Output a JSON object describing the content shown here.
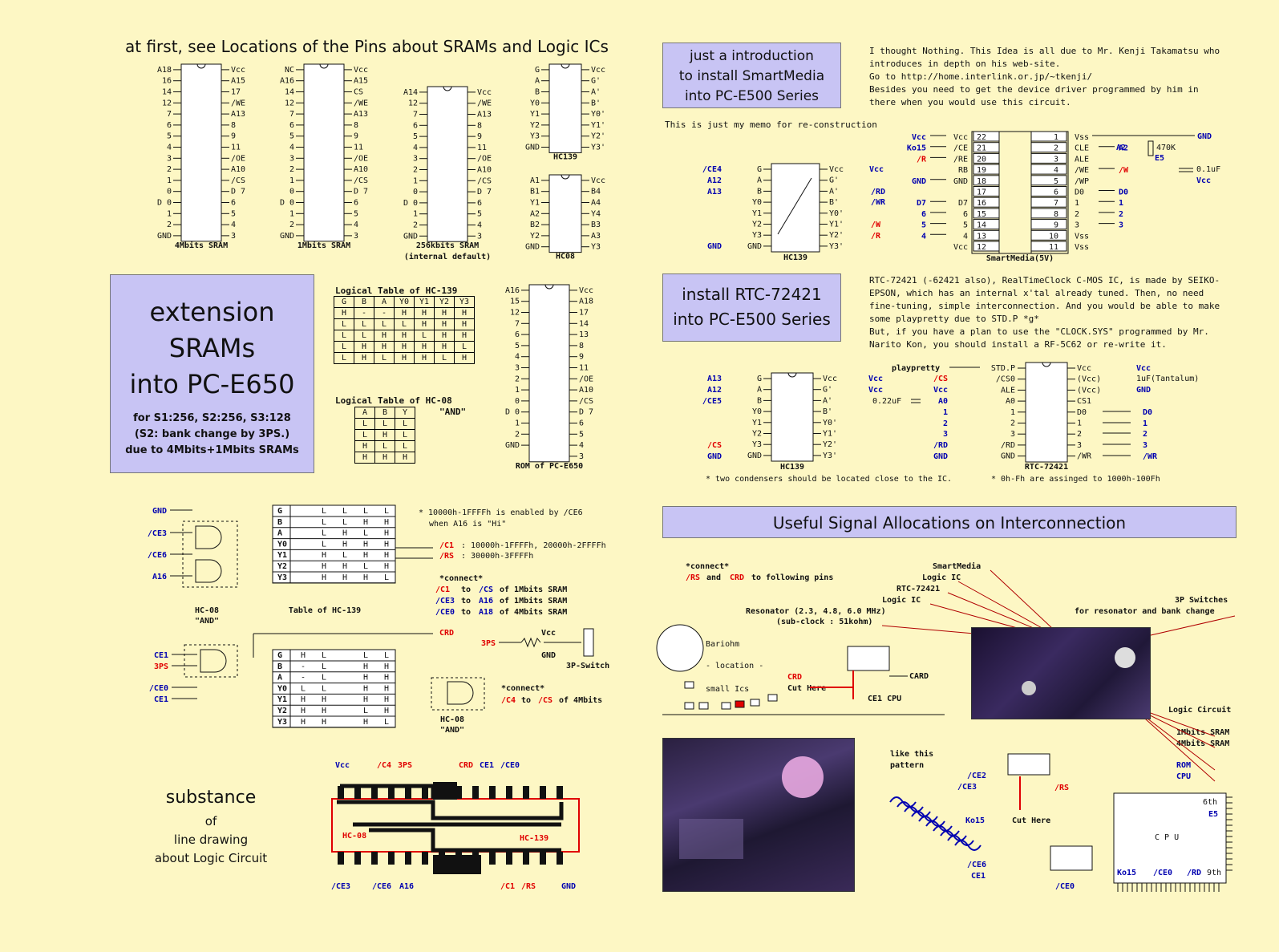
{
  "heading_pins": "at first, see Locations of the Pins about SRAMs and Logic ICs",
  "chips": {
    "sram4m": {
      "caption": "4Mbits SRAM",
      "left": [
        "A18",
        "16",
        "14",
        "12",
        "7",
        "6",
        "5",
        "4",
        "3",
        "2",
        "1",
        "0",
        "D 0",
        "1",
        "2",
        "GND"
      ],
      "right": [
        "Vcc",
        "A15",
        "17",
        "/WE",
        "A13",
        "8",
        "9",
        "11",
        "/OE",
        "A10",
        "/CS",
        "D 7",
        "6",
        "5",
        "4",
        "3"
      ]
    },
    "sram1m": {
      "caption": "1Mbits SRAM",
      "left": [
        "NC",
        "A16",
        "14",
        "12",
        "7",
        "6",
        "5",
        "4",
        "3",
        "2",
        "1",
        "0",
        "D 0",
        "1",
        "2",
        "GND"
      ],
      "right": [
        "Vcc",
        "A15",
        "CS",
        "/WE",
        "A13",
        "8",
        "9",
        "11",
        "/OE",
        "A10",
        "/CS",
        "D 7",
        "6",
        "5",
        "4",
        "3"
      ]
    },
    "sram256k": {
      "caption": "256kbits SRAM",
      "caption2": "(internal default)",
      "left": [
        "A14",
        "12",
        "7",
        "6",
        "5",
        "4",
        "3",
        "2",
        "1",
        "0",
        "D 0",
        "1",
        "2",
        "GND"
      ],
      "right": [
        "Vcc",
        "/WE",
        "A13",
        "8",
        "9",
        "11",
        "/OE",
        "A10",
        "/CS",
        "D 7",
        "6",
        "5",
        "4",
        "3"
      ]
    },
    "hc139": {
      "caption": "HC139",
      "left": [
        "G",
        "A",
        "B",
        "Y0",
        "Y1",
        "Y2",
        "Y3",
        "GND"
      ],
      "right": [
        "Vcc",
        "G'",
        "A'",
        "B'",
        "Y0'",
        "Y1'",
        "Y2'",
        "Y3'"
      ]
    },
    "hc08": {
      "caption": "HC08",
      "left": [
        "A1",
        "B1",
        "Y1",
        "A2",
        "B2",
        "Y2",
        "GND"
      ],
      "right": [
        "Vcc",
        "B4",
        "A4",
        "Y4",
        "B3",
        "A3",
        "Y3"
      ]
    },
    "rom": {
      "caption": "ROM of PC-E650",
      "left": [
        "A16",
        "15",
        "12",
        "7",
        "6",
        "5",
        "4",
        "3",
        "2",
        "1",
        "0",
        "D 0",
        "1",
        "2",
        "GND"
      ],
      "right": [
        "Vcc",
        "A18",
        "17",
        "14",
        "13",
        "8",
        "9",
        "11",
        "/OE",
        "A10",
        "/CS",
        "D 7",
        "6",
        "5",
        "4",
        "3"
      ]
    }
  },
  "panel_extension": {
    "line1": "extension",
    "line2": "SRAMs",
    "line3": "into PC-E650",
    "sub1": "for S1:256, S2:256, S3:128",
    "sub2": "(S2: bank change by 3PS.)",
    "sub3": "due to 4Mbits+1Mbits SRAMs"
  },
  "table_hc139": {
    "title": "Logical Table of HC-139",
    "header": [
      "G",
      "B",
      "A",
      "Y0",
      "Y1",
      "Y2",
      "Y3"
    ],
    "rows": [
      [
        "H",
        "-",
        "-",
        "H",
        "H",
        "H",
        "H"
      ],
      [
        "L",
        "L",
        "L",
        "L",
        "H",
        "H",
        "H"
      ],
      [
        "L",
        "L",
        "H",
        "H",
        "L",
        "H",
        "H"
      ],
      [
        "L",
        "H",
        "H",
        "H",
        "H",
        "H",
        "L"
      ],
      [
        "L",
        "H",
        "L",
        "H",
        "H",
        "L",
        "H"
      ]
    ]
  },
  "table_hc08": {
    "title": "Logical Table of HC-08",
    "note": "\"AND\"",
    "header": [
      "A",
      "B",
      "Y"
    ],
    "rows": [
      [
        "L",
        "L",
        "L"
      ],
      [
        "L",
        "H",
        "L"
      ],
      [
        "H",
        "L",
        "L"
      ],
      [
        "H",
        "H",
        "H"
      ]
    ]
  },
  "intro_panel": {
    "line1": "just a introduction",
    "line2": "to install SmartMedia",
    "line3": "into PC-E500 Series"
  },
  "intro_text": [
    "I thought Nothing. This Idea is all due to Mr. Kenji Takamatsu who",
    "introduces in depth on his web-site.",
    "Go to http://home.interlink.or.jp/~tkenji/",
    "Besides you need to get the device driver programmed by him in",
    "there when you would use this circuit."
  ],
  "memo": "This is just my memo for re-construction",
  "smartmedia": {
    "caption": "SmartMedia(5V)",
    "left_nums": [
      "22",
      "21",
      "20",
      "19",
      "18",
      "17",
      "16",
      "15",
      "14",
      "13",
      "12"
    ],
    "right_nums": [
      "1",
      "2",
      "3",
      "4",
      "5",
      "6",
      "7",
      "8",
      "9",
      "10",
      "11"
    ],
    "left_pins": [
      "Vcc",
      "/CE",
      "/RE",
      "RB",
      "GND",
      "",
      "D7",
      "6",
      "5",
      "4",
      "Vcc"
    ],
    "right_pins": [
      "Vss",
      "CLE",
      "ALE",
      "/WE",
      "/WP",
      "D0",
      "1",
      "2",
      "3",
      "Vss",
      "Vss"
    ],
    "left_sigs": [
      "Vcc",
      "Ko15",
      "/R",
      "",
      "GND",
      "",
      "D7",
      "6",
      "5",
      "4"
    ],
    "right_sigs": [
      "GND",
      "A2",
      "E5",
      "/W",
      "",
      "D0",
      "1",
      "2",
      "3"
    ],
    "r_label": "470K",
    "c_label": "0.1uF",
    "vcc": "Vcc"
  },
  "sm_hc139": {
    "caption": "HC139",
    "inputs": [
      "/CE4",
      "A12",
      "A13",
      "GND"
    ],
    "outputs": [
      "Vcc",
      "/RD",
      "/WR",
      "/W",
      "/R"
    ]
  },
  "rtc_panel": {
    "line1": "install RTC-72421",
    "line2": "into PC-E500 Series"
  },
  "rtc_text": [
    "RTC-72421 (-62421 also), RealTimeClock C-MOS IC, is made by SEIKO-",
    "EPSON, which has an internal x'tal already tuned. Then, no need",
    "fine-tuning, simple interconnection. And you would be able to make",
    "some playpretty due to STD.P *g*",
    "But, if you have a plan to use the \"CLOCK.SYS\" programmed by Mr.",
    "Narito Kon, you should install a RF-5C62 or re-write it."
  ],
  "rtc": {
    "caption": "RTC-72421",
    "hc_caption": "HC139",
    "inputs": [
      "A13",
      "A12",
      "/CE5",
      "/CS",
      "GND"
    ],
    "playpretty": "playpretty",
    "left_pins": [
      "STD.P",
      "/CS0",
      "ALE",
      "A0",
      "1",
      "2",
      "3",
      "/RD",
      "GND"
    ],
    "right_pins": [
      "Vcc",
      "(Vcc)",
      "(Vcc)",
      "CS1",
      "D0",
      "1",
      "2",
      "3",
      "/WR"
    ],
    "left_sigs": [
      "/CS",
      "Vcc",
      "A0",
      "1",
      "2",
      "3",
      "/RD",
      "GND"
    ],
    "right_sigs": [
      "Vcc",
      "GND",
      "D0",
      "1",
      "2",
      "3",
      "/WR"
    ],
    "cap1": "0.22uF",
    "cap2": "1uF(Tantalum)",
    "vcc": "Vcc",
    "note1": "* two condensers should be located close to the IC.",
    "note2": "* 0h-Fh are assinged to 1000h-100Fh"
  },
  "useful_panel": "Useful Signal Allocations on Interconnection",
  "decoder": {
    "inputs": [
      "GND",
      "/CE3",
      "/CE6",
      "A16"
    ],
    "hc08": "HC-08",
    "and": "\"AND\"",
    "table_label": "Table of HC-139",
    "rows": [
      "G",
      "B",
      "A",
      "Y0",
      "Y1",
      "Y2",
      "Y3"
    ],
    "cols": [
      [
        "L",
        "L",
        "L",
        "L"
      ],
      [
        "L",
        "L",
        "H",
        "H"
      ],
      [
        "L",
        "H",
        "L",
        "H"
      ],
      [
        "L",
        "H",
        "H",
        "H"
      ],
      [
        "H",
        "L",
        "H",
        "H"
      ],
      [
        "H",
        "H",
        "L",
        "H"
      ],
      [
        "H",
        "H",
        "H",
        "L"
      ]
    ],
    "note1": "* 10000h-1FFFFh is enabled by /CE6",
    "note2": "when A16 is \"Hi\"",
    "c1": "/C1",
    "c1_txt": ": 10000h-1FFFFh, 20000h-2FFFFh",
    "rs": "/RS",
    "rs_txt": ": 30000h-3FFFFh",
    "connect": "*connect*",
    "conn1a": "/C1",
    "conn1b": "to",
    "conn1c": "/CS",
    "conn1d": "of 1Mbits SRAM",
    "conn2a": "/CE3",
    "conn2c": "A16",
    "conn2d": "of 1Mbits SRAM",
    "conn3a": "/CE0",
    "conn3c": "A18",
    "conn3d": "of 4Mbits SRAM"
  },
  "decoder2": {
    "inputs": [
      "CE1",
      "3PS",
      "/CE0",
      "CE1"
    ],
    "crd": "CRD",
    "ps3": "3PS",
    "vcc": "Vcc",
    "gnd": "GND",
    "switch": "3P-Switch",
    "rows": [
      "G",
      "B",
      "A",
      "Y0",
      "Y1",
      "Y2",
      "Y3"
    ],
    "cols": [
      [
        "H",
        "L",
        "L",
        "L"
      ],
      [
        "-",
        "L",
        "H",
        "H"
      ],
      [
        "-",
        "L",
        "H",
        "H"
      ],
      [
        "L",
        "L",
        "H",
        "H"
      ],
      [
        "H",
        "H",
        "H",
        "H"
      ],
      [
        "H",
        "H",
        "L",
        "H"
      ],
      [
        "H",
        "H",
        "H",
        "L"
      ]
    ],
    "connect": "*connect*",
    "c4": "/C4",
    "to": "to",
    "cs": "/CS",
    "of": "of 4Mbits",
    "hc08": "HC-08",
    "and": "\"AND\""
  },
  "substance": {
    "line1": "substance",
    "line2": "of",
    "line3": "line drawing",
    "line4": "about Logic Circuit"
  },
  "board_labels": {
    "top": [
      "Vcc",
      "/C4",
      "3PS",
      "CRD",
      "CE1",
      "/CE0"
    ],
    "bottom": [
      "/CE3",
      "/CE6",
      "A16",
      "/C1",
      "/RS",
      "GND"
    ],
    "hc08": "HC-08",
    "hc139": "HC-139"
  },
  "alloc": {
    "connect": "*connect*",
    "rs": "/RS",
    "and": "and",
    "crd": "CRD",
    "following": "to following pins",
    "smartmedia": "SmartMedia",
    "logic_ic": "Logic IC",
    "rtc": "RTC-72421",
    "logic_ic2": "Logic IC",
    "resonator": "Resonator (2.3, 4.8, 6.0 MHz)",
    "subclock": "(sub-clock : 51kohm)",
    "switches": "3P Switches",
    "switches2": "for resonator and bank change",
    "bariohm": "Bariohm",
    "location": "- location -",
    "small_ics": "small Ics",
    "crd2": "CRD",
    "cut_here": "Cut Here",
    "ce1cpu": "CE1 CPU",
    "card": "CARD",
    "logic_circuit": "Logic Circuit",
    "sram1m": "1Mbits SRAM",
    "sram4m": "4Mbits SRAM",
    "rom": "ROM",
    "cpu": "CPU",
    "like_this": "like this",
    "pattern": "pattern",
    "ce2": "/CE2",
    "ce3": "/CE3",
    "rs2": "/RS",
    "ko15": "Ko15",
    "cut_here2": "Cut Here",
    "ce6": "/CE6",
    "ce1": "CE1",
    "ce0": "/CE0",
    "cpu_6th": "6th",
    "cpu_e5": "E5",
    "cpu_label": "C P U",
    "cpu_ko15": "Ko15",
    "cpu_ce0": "/CE0",
    "cpu_rd": "/RD",
    "cpu_9th": "9th"
  },
  "colors": {
    "background": "#fdf7c4",
    "panel": "#c8c4f4",
    "signal_blue": "#0000b0",
    "signal_red": "#e00000",
    "board_red": "#b00000"
  }
}
